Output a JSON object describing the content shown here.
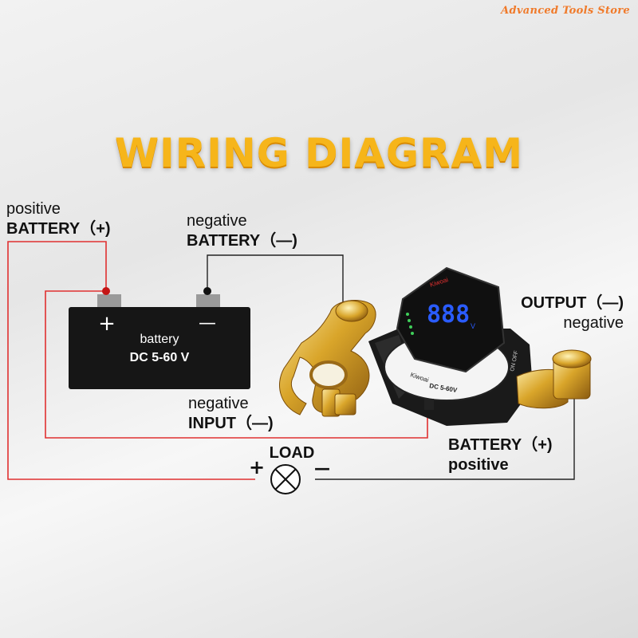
{
  "watermark": "Advanced Tools Store",
  "title": "WIRING DIAGRAM",
  "labels": {
    "pos_battery": {
      "line1": "positive",
      "line2": "BATTERY（+)"
    },
    "neg_battery": {
      "line1": "negative",
      "line2": "BATTERY（—)"
    },
    "neg_input": {
      "line1": "negative",
      "line2": "INPUT（—)"
    },
    "output": {
      "line1": "OUTPUT（—)",
      "line2": "negative"
    },
    "battery_pos_out": {
      "line1": "BATTERY（+)",
      "line2": "positive"
    }
  },
  "battery": {
    "name": "battery",
    "spec": "DC 5-60 V",
    "plus": "+",
    "minus": "—"
  },
  "load": {
    "label": "LOAD",
    "plus": "+",
    "minus": "—"
  },
  "device": {
    "display": "888",
    "unit": "V",
    "brand": "Kiwoai",
    "rating": "DC 5-60V",
    "side_text": "ON OFF"
  },
  "colors": {
    "title": "#f6b51a",
    "positive_wire": "#e03030",
    "negative_wire": "#222222",
    "display": "#2a5cff",
    "brass": "#d9a52a"
  }
}
